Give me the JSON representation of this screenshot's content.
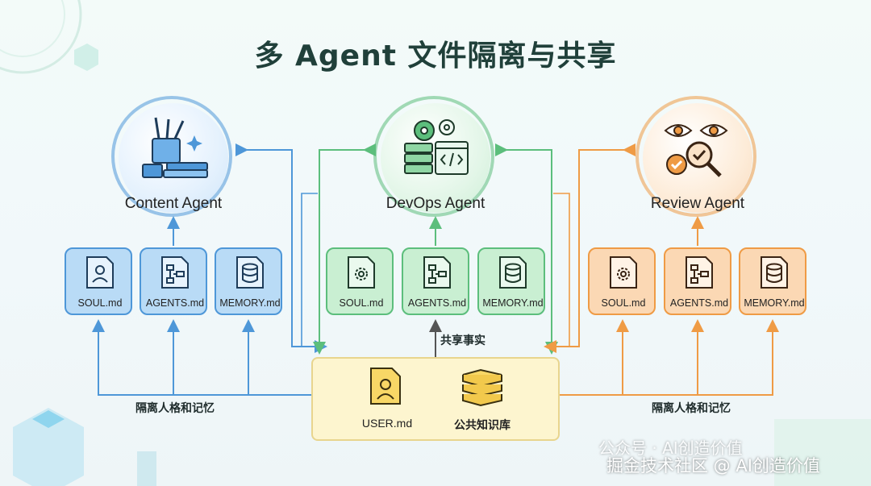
{
  "title": "多 Agent 文件隔离与共享",
  "agents": [
    {
      "name": "Content Agent",
      "color": "#4e97d8",
      "icon": "pencil-cup-books-icon",
      "files": [
        "SOUL.md",
        "AGENTS.md",
        "MEMORY.md"
      ]
    },
    {
      "name": "DevOps Agent",
      "color": "#5cbe7c",
      "icon": "gears-server-code-icon",
      "files": [
        "SOUL.md",
        "AGENTS.md",
        "MEMORY.md"
      ]
    },
    {
      "name": "Review Agent",
      "color": "#ef9b45",
      "icon": "eyes-magnifier-check-icon",
      "files": [
        "SOUL.md",
        "AGENTS.md",
        "MEMORY.md"
      ]
    }
  ],
  "shared": {
    "label": "共享事实",
    "items": [
      {
        "label": "USER.md",
        "icon": "user-file-icon"
      },
      {
        "label": "公共知识库",
        "icon": "books-stack-icon"
      }
    ]
  },
  "isolation_label_left": "隔离人格和记忆",
  "isolation_label_right": "隔离人格和记忆",
  "watermark": {
    "line1": "公众号 · AI创造价值",
    "line2": "掘金技术社区 @ AI创造价值"
  }
}
